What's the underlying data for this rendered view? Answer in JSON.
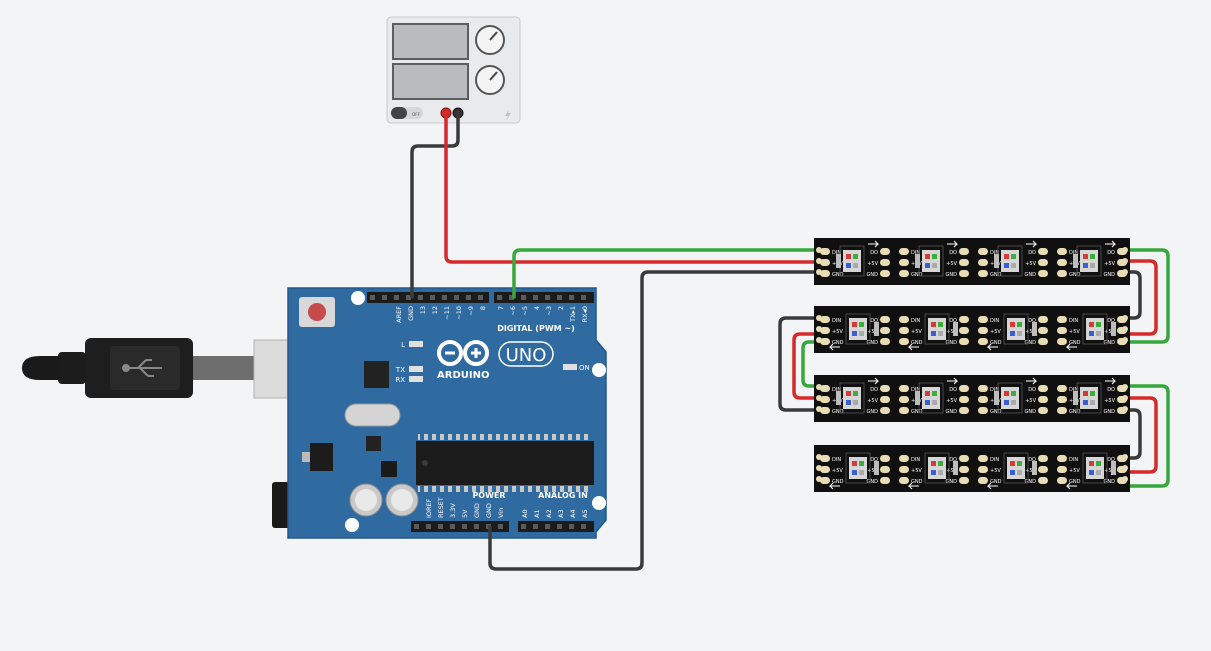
{
  "colors": {
    "canvas": "#f3f4f6",
    "board": "#2f6aa1",
    "wire_red": "#d42a2a",
    "wire_black": "#3a3a3a",
    "wire_green": "#38a83c",
    "strip": "#101010",
    "pad": "#e8dcb4"
  },
  "power_supply": {
    "off_label": "OFF"
  },
  "arduino": {
    "brand": "ARDUINO",
    "model": "UNO",
    "on_label": "ON",
    "tx": "TX",
    "rx": "RX",
    "l": "L",
    "digital_label": "DIGITAL (PWM ~)",
    "power_label": "POWER",
    "analog_label": "ANALOG IN",
    "digital_pins": [
      "AREF",
      "GND",
      "13",
      "12",
      "~11",
      "~10",
      "~9",
      "8",
      "7",
      "~6",
      "~5",
      "4",
      "~3",
      "2",
      "TX▸1",
      "RX◂0"
    ],
    "power_pins": [
      "IOREF",
      "RESET",
      "3.3V",
      "5V",
      "GND",
      "GND",
      "Vin"
    ],
    "analog_pins": [
      "A0",
      "A1",
      "A2",
      "A3",
      "A4",
      "A5"
    ]
  },
  "led_strip": {
    "pad_labels": [
      "DIN",
      "+5V",
      "GND",
      "DO",
      "+5V",
      "GND"
    ]
  },
  "icons": [
    "usb-symbol-icon",
    "arrow-right-icon",
    "knob-icon"
  ]
}
